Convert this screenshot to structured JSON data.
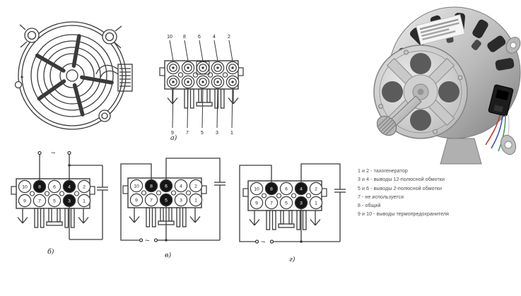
{
  "colors": {
    "line": "#3a3a3a",
    "filled_pin": "#151515",
    "background": "#ffffff",
    "wire_red": "#c23b2e",
    "wire_blue": "#3a57b5",
    "wire_green": "#3f9e4d"
  },
  "diagram_a": {
    "label": "а)",
    "pins_top": [
      "10",
      "8",
      "6",
      "4",
      "2"
    ],
    "pins_bottom": [
      "9",
      "7",
      "5",
      "3",
      "1"
    ]
  },
  "diagrams": {
    "b": {
      "label": "б)",
      "ac": "~",
      "pins_top": [
        {
          "n": "10",
          "filled": false
        },
        {
          "n": "8",
          "filled": true
        },
        {
          "n": "6",
          "filled": false
        },
        {
          "n": "4",
          "filled": true
        },
        {
          "n": "2",
          "filled": false
        }
      ],
      "pins_bottom": [
        {
          "n": "9",
          "filled": false
        },
        {
          "n": "7",
          "filled": false
        },
        {
          "n": "5",
          "filled": false
        },
        {
          "n": "3",
          "filled": true
        },
        {
          "n": "1",
          "filled": false
        }
      ]
    },
    "v": {
      "label": "в)",
      "ac": "~",
      "pins_top": [
        {
          "n": "10",
          "filled": false
        },
        {
          "n": "8",
          "filled": true
        },
        {
          "n": "6",
          "filled": true
        },
        {
          "n": "4",
          "filled": false
        },
        {
          "n": "2",
          "filled": false
        }
      ],
      "pins_bottom": [
        {
          "n": "9",
          "filled": false
        },
        {
          "n": "7",
          "filled": false
        },
        {
          "n": "5",
          "filled": true
        },
        {
          "n": "3",
          "filled": false
        },
        {
          "n": "1",
          "filled": false
        }
      ]
    },
    "g": {
      "label": "г)",
      "ac": "~",
      "pins_top": [
        {
          "n": "10",
          "filled": false
        },
        {
          "n": "8",
          "filled": true
        },
        {
          "n": "6",
          "filled": false
        },
        {
          "n": "4",
          "filled": true
        },
        {
          "n": "2",
          "filled": false
        }
      ],
      "pins_bottom": [
        {
          "n": "9",
          "filled": false
        },
        {
          "n": "7",
          "filled": false
        },
        {
          "n": "5",
          "filled": false
        },
        {
          "n": "3",
          "filled": true
        },
        {
          "n": "1",
          "filled": false
        }
      ]
    }
  },
  "legend": {
    "items": [
      "1 и 2 - тахогенератор",
      "3 и 4 - выводы 12-полюсной обмотки",
      "5 и 6 - выводы 2-полюсной обмотки",
      "7 - не используется",
      "8 - общий",
      "9 и 10 - выводы термопредохранителя"
    ]
  }
}
